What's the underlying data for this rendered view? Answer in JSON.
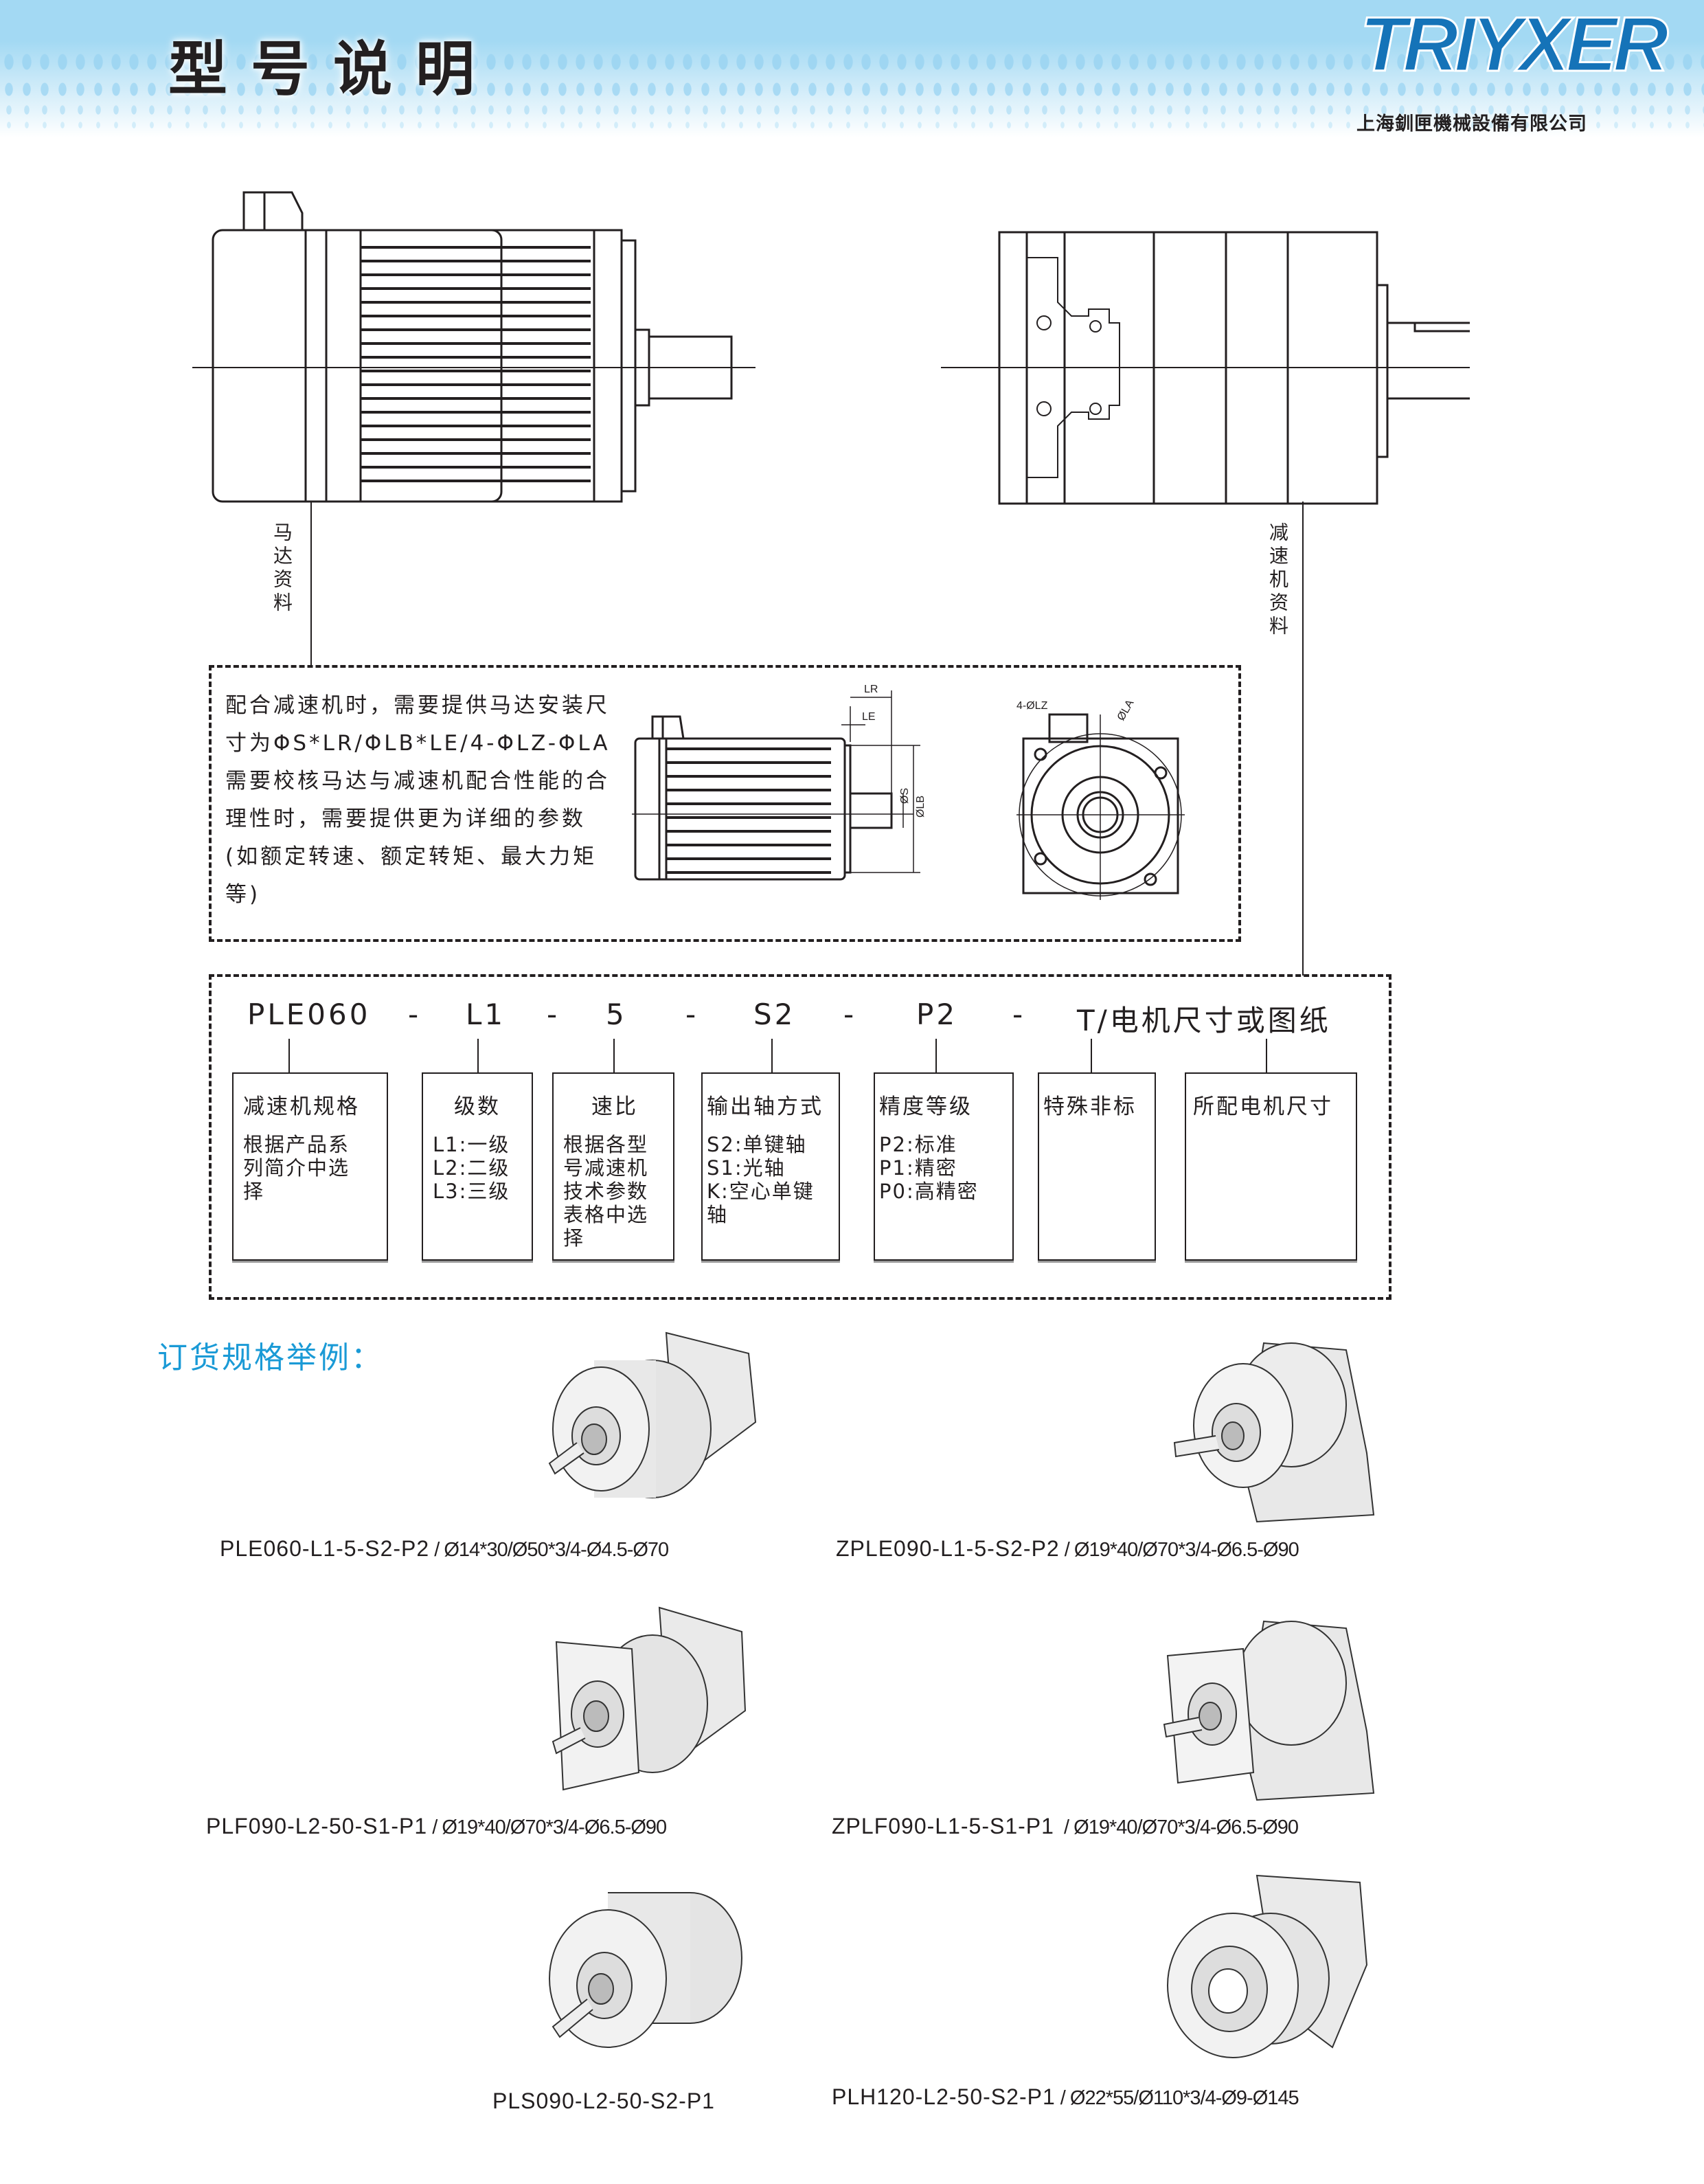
{
  "header": {
    "title": "型号说明",
    "logo_text": "TRIYXER",
    "company": "上海釧匣機械設備有限公司"
  },
  "drawings": {
    "motor_label": "马达资料",
    "reducer_label": "减速机资料",
    "dim_labels": {
      "lr": "LR",
      "le": "LE",
      "s": "ØS",
      "lb": "ØLB",
      "lz": "4-ØLZ",
      "la": "ØLA"
    }
  },
  "motor_info": {
    "lines": [
      "配合减速机时，需要提供马达安装尺",
      "寸为ΦS*LR/ΦLB*LE/4-ΦLZ-ΦLA",
      "需要校核马达与减速机配合性能的合",
      "理性时，需要提供更为详细的参数",
      "(如额定转速、额定转矩、最大力矩",
      "等)"
    ]
  },
  "model_code": {
    "parts": [
      "PLE060",
      "L1",
      "5",
      "S2",
      "P2",
      "T/电机尺寸或图纸"
    ],
    "separator": "-",
    "boxes": [
      {
        "title": "减速机规格",
        "body": [
          "根据产品系",
          "列简介中选",
          "择"
        ]
      },
      {
        "title": "级数",
        "body": [
          "L1:一级",
          "L2:二级",
          "L3:三级"
        ]
      },
      {
        "title": "速比",
        "body": [
          "根据各型",
          "号减速机",
          "技术参数",
          "表格中选",
          "择"
        ]
      },
      {
        "title": "输出轴方式",
        "body": [
          "S2:单键轴",
          "S1:光轴",
          "K:空心单键",
          "轴"
        ]
      },
      {
        "title": "精度等级",
        "body": [
          "P2:标准",
          "P1:精密",
          "P0:高精密"
        ]
      },
      {
        "title": "特殊非标",
        "body": []
      },
      {
        "title": "所配电机尺寸",
        "body": []
      }
    ]
  },
  "examples": {
    "title": "订货规格举例：",
    "items": [
      {
        "model": "PLE060-L1-5-S2-P2",
        "dims": " / Ø14*30/Ø50*3/4-Ø4.5-Ø70"
      },
      {
        "model": "ZPLE090-L1-5-S2-P2",
        "dims": " / Ø19*40/Ø70*3/4-Ø6.5-Ø90"
      },
      {
        "model": "PLF090-L2-50-S1-P1",
        "dims": " / Ø19*40/Ø70*3/4-Ø6.5-Ø90"
      },
      {
        "model": "ZPLF090-L1-5-S1-P1",
        "dims": "  / Ø19*40/Ø70*3/4-Ø6.5-Ø90"
      },
      {
        "model": "PLS090-L2-50-S2-P1",
        "dims": ""
      },
      {
        "model": "PLH120-L2-50-S2-P1",
        "dims": " / Ø22*55/Ø110*3/4-Ø9-Ø145"
      }
    ]
  }
}
